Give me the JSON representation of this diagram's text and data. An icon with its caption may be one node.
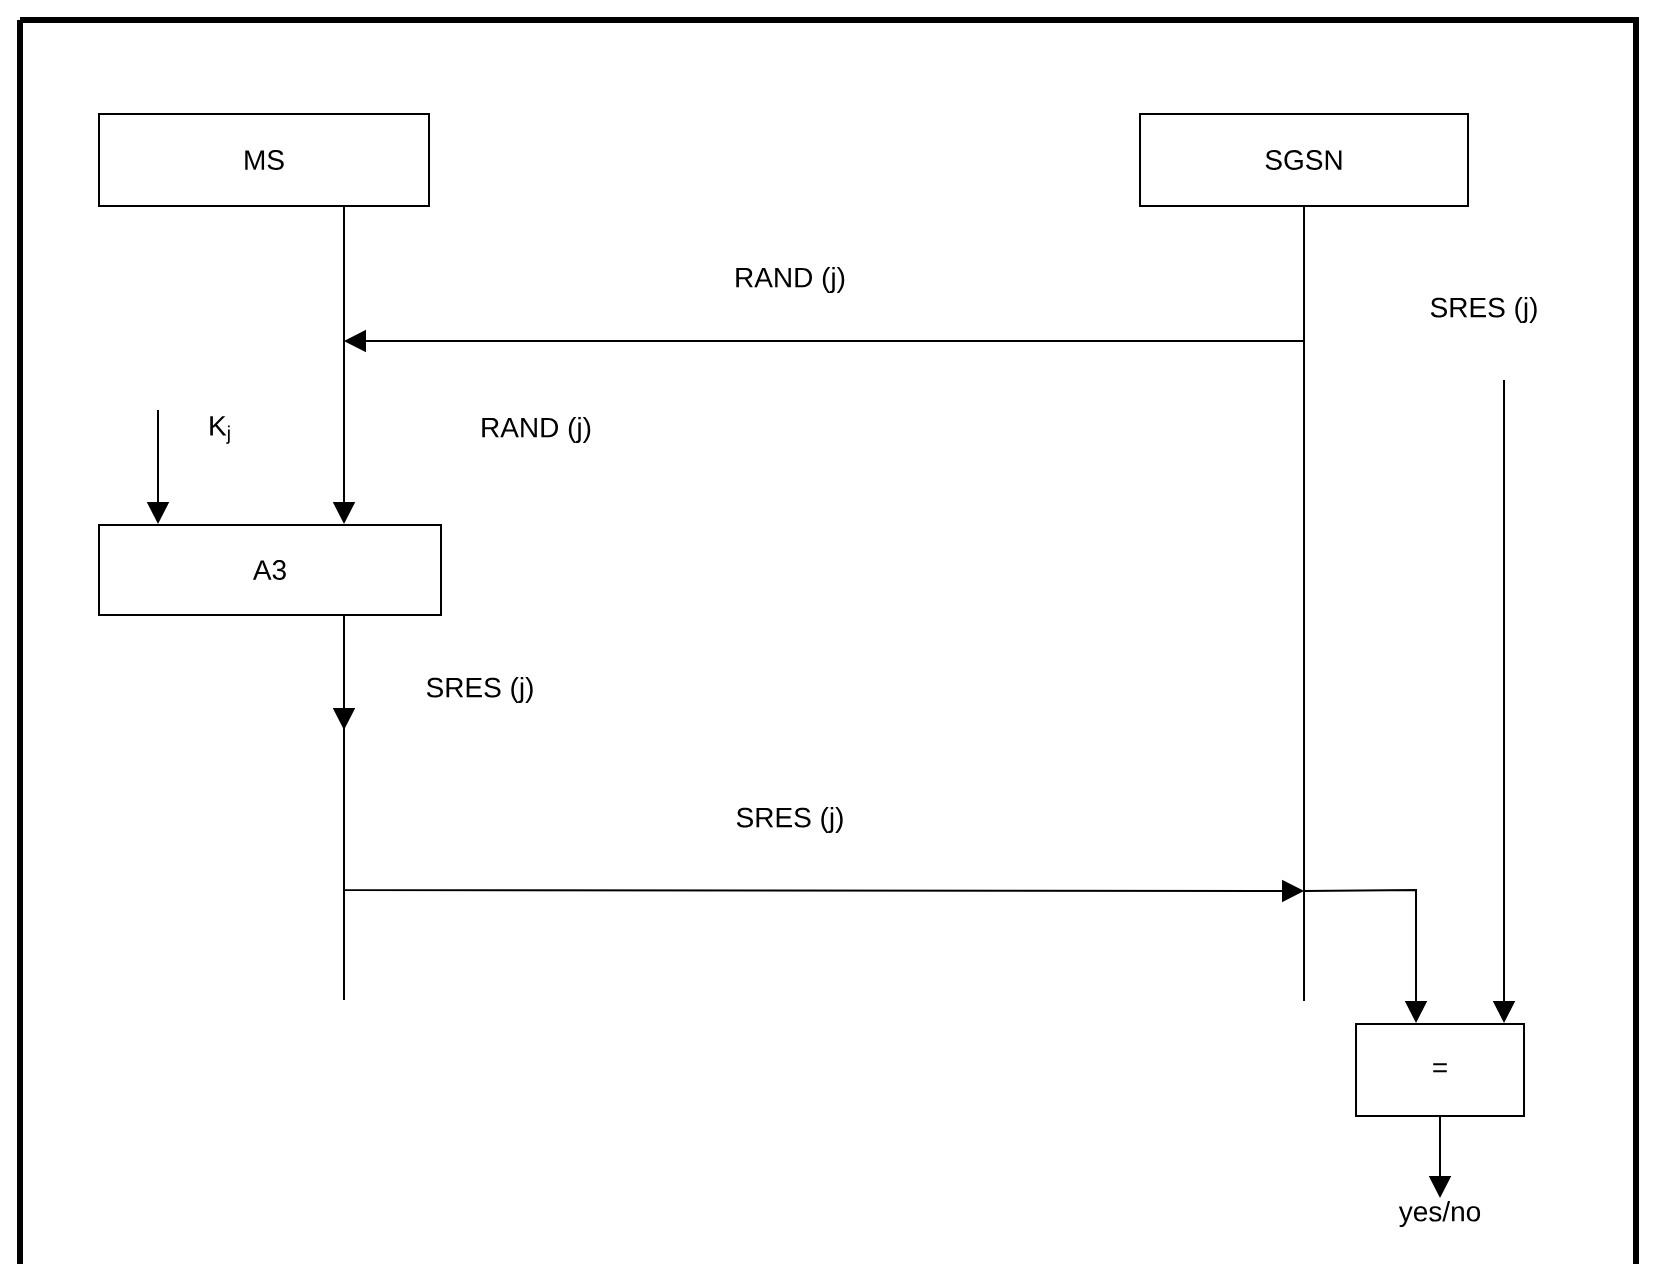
{
  "diagram": {
    "nodes": [
      {
        "text": [
          "MS"
        ]
      },
      {
        "text": [
          "SGSN"
        ]
      },
      {
        "text": [
          "A3"
        ]
      },
      {
        "text": [
          "="
        ]
      },
      {
        "text": [
          "yes/no"
        ]
      }
    ],
    "edges": [
      {
        "from": 1,
        "to": 0,
        "arrow": "to",
        "label": "RAND (j)"
      },
      {
        "from": 0,
        "to": 2,
        "arrow": "to",
        "label": "RAND (j)"
      },
      {
        "from": null,
        "to": 2,
        "arrow": "to",
        "label": "K$_{j}$"
      },
      {
        "from": 2,
        "to": 1,
        "arrow": "to",
        "label": "SRES (j)"
      },
      {
        "from": 1,
        "to": 3,
        "arrow": "to"
      },
      {
        "from": null,
        "to": 3,
        "arrow": "to",
        "label": "SRES (j)"
      },
      {
        "from": 3,
        "to": 4,
        "arrow": "to"
      }
    ],
    "labels": [
      "SRES (j)"
    ]
  }
}
